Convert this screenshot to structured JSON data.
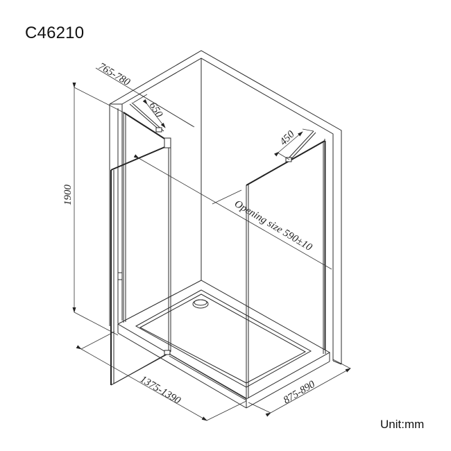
{
  "drawing": {
    "model_code": "C46210",
    "unit_label": "Unit:mm",
    "colors": {
      "line": "#2a2a2a",
      "background": "#ffffff"
    }
  },
  "dimensions": {
    "top_width": "765-780",
    "left_arm": "650",
    "right_arm": "450",
    "height": "1900",
    "opening": "Opening size 590±10",
    "length": "1375-1390",
    "depth": "875-890"
  }
}
